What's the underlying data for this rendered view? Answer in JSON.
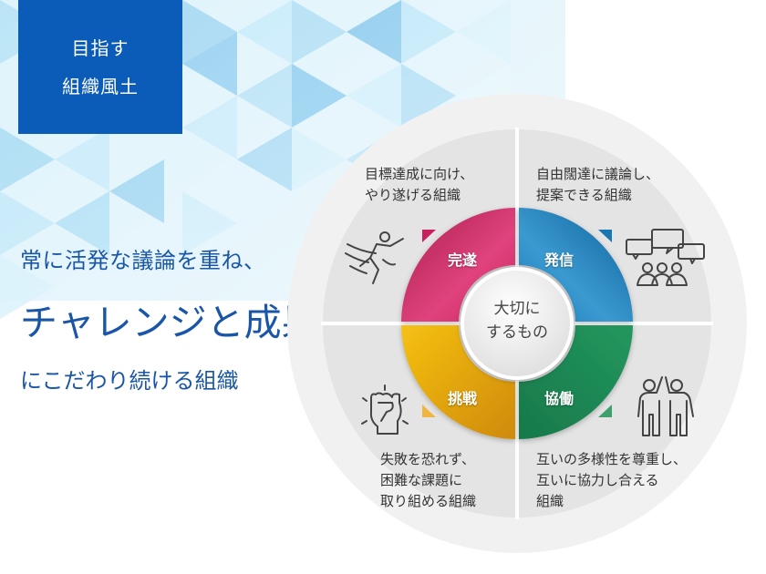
{
  "title_box": {
    "line1": "目指す",
    "line2": "組織風土",
    "color": "#0b5cb8"
  },
  "headline": {
    "line1": "常に活発な議論を重ね、",
    "line2": "チャレンジと成果",
    "line3": "にこだわり続ける組織",
    "color": "#1a56a8"
  },
  "diagram": {
    "center_label": {
      "line1": "大切に",
      "line2": "するもの"
    },
    "segments": [
      {
        "label": "完遂",
        "color": "#c8215e",
        "icon": "runner-finish-line-icon",
        "description": [
          "目標達成に向け、",
          "やり遂げる組織"
        ]
      },
      {
        "label": "発信",
        "color": "#1977b4",
        "icon": "discussion-group-icon",
        "description": [
          "自由闊達に議論し、",
          "提案できる組織"
        ]
      },
      {
        "label": "挑戦",
        "color": "#e3a40c",
        "icon": "raised-fist-icon",
        "description": [
          "失敗を恐れず、",
          "困難な課題に",
          "取り組める組織"
        ]
      },
      {
        "label": "協働",
        "color": "#1f8a55",
        "icon": "high-five-icon",
        "description": [
          "互いの多様性を尊重し、",
          "互いに協力し合える",
          "組織"
        ]
      }
    ]
  }
}
